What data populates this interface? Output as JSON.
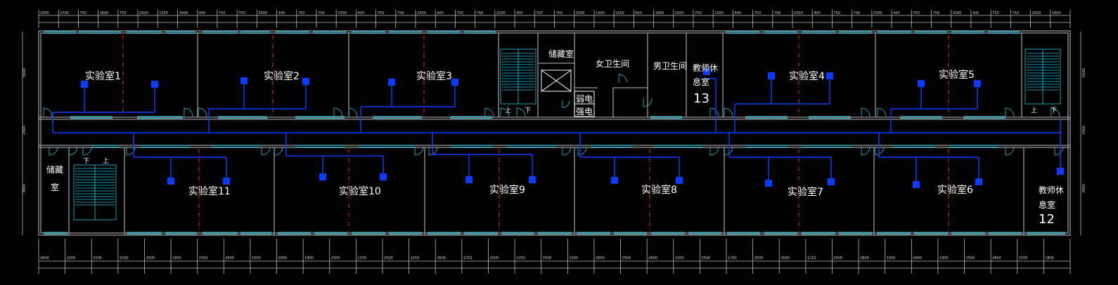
{
  "rooms": {
    "r1": "实验室1",
    "r2": "实验室2",
    "r3": "实验室3",
    "r4": "实验室4",
    "r5": "实验室5",
    "r6": "实验室6",
    "r7": "实验室7",
    "r8": "实验室8",
    "r9": "实验室9",
    "r10": "实验室10",
    "r11": "实验室11",
    "storage_top": "储藏室",
    "storage_left_a": "储藏",
    "storage_left_b": "室",
    "womens_wc": "女卫生间",
    "mens_wc": "男卫生间",
    "weak_elec": "弱电",
    "strong_elec": "强电",
    "teacher_rest_13_a": "教师休",
    "teacher_rest_13_b": "息室",
    "teacher_rest_13_num": "13",
    "teacher_rest_12_a": "教师休",
    "teacher_rest_12_b": "息室",
    "teacher_rest_12_num": "12",
    "stair_up": "上",
    "stair_down": "下"
  },
  "dimensions_top": [
    "1800",
    "2700",
    "750",
    "1800",
    "750",
    "2600",
    "1500",
    "2600",
    "400",
    "750",
    "750",
    "2500",
    "400",
    "750",
    "750",
    "2500",
    "400",
    "750",
    "750",
    "2500",
    "400",
    "750",
    "750",
    "2500",
    "400",
    "750",
    "750",
    "2500",
    "1500",
    "1500",
    "600",
    "1800",
    "2500",
    "750",
    "1500",
    "400",
    "750",
    "750",
    "2500",
    "400",
    "750",
    "750",
    "2500",
    "400",
    "750",
    "750",
    "2500",
    "400",
    "750",
    "750",
    "2500",
    "1800"
  ],
  "dimensions_bottom": [
    "1800",
    "2200",
    "2500",
    "1500",
    "2500",
    "1800",
    "2500",
    "2600",
    "1500",
    "2600",
    "1800",
    "2500",
    "1250",
    "2500",
    "1250",
    "2600",
    "1250",
    "2500",
    "1250",
    "2500",
    "1500",
    "2600",
    "2500",
    "2600",
    "1500",
    "2500",
    "1250",
    "2500",
    "2600",
    "1250",
    "2500",
    "2600",
    "1500",
    "2600",
    "1800",
    "2500",
    "2600",
    "1500",
    "1800"
  ],
  "dimensions_left": [
    "5600",
    "2400",
    "3900"
  ],
  "colors": {
    "wall": "#8a8a8a",
    "window": "#27c7e0",
    "duct": "#0a3cff",
    "equip": "#0a3cff",
    "axis": "#ff3b30",
    "text": "#ffffff",
    "dim": "#cfcfcf"
  }
}
